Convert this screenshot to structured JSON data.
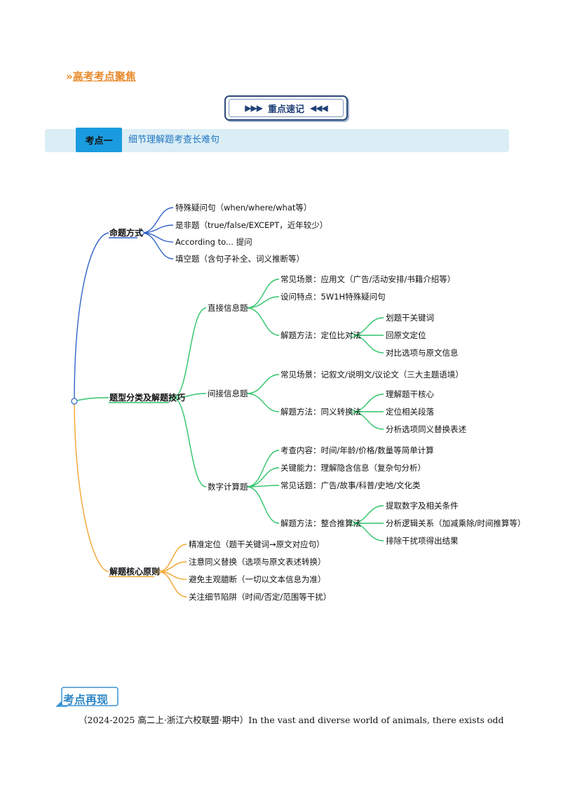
{
  "header": {
    "section_icon": "double-chevron-icon",
    "section_title": "高考考点聚焦",
    "accent_color": "#e8892b"
  },
  "banner": {
    "left_arrows": "▶▶▶",
    "label": "重点速记",
    "right_arrows": "◀◀◀"
  },
  "kaodian": {
    "tag": "考点一",
    "title": "细节理解题考查长难句"
  },
  "mindmap": {
    "colors": {
      "blue": "#2f63c9",
      "green": "#2fc46a",
      "orange": "#f2a531"
    },
    "b1": {
      "label": "命题方式",
      "items": [
        "特殊疑问句（when/where/what等）",
        "是非题（true/false/EXCEPT，近年较少）",
        "According to... 提问",
        "填空题（含句子补全、词义推断等）"
      ]
    },
    "b2": {
      "label": "题型分类及解题技巧",
      "c1": {
        "label": "直接信息题",
        "items": [
          "常见场景：应用文（广告/活动安排/书籍介绍等）",
          "设问特点：5W1H特殊疑问句",
          "解题方法：定位比对法"
        ],
        "sub": [
          "划题干关键词",
          "回原文定位",
          "对比选项与原文信息"
        ]
      },
      "c2": {
        "label": "间接信息题",
        "items": [
          "常见场景：记叙文/说明文/议论文（三大主题语境）",
          "解题方法：同义转换法"
        ],
        "sub": [
          "理解题干核心",
          "定位相关段落",
          "分析选项同义替换表述"
        ]
      },
      "c3": {
        "label": "数字计算题",
        "items": [
          "考查内容：时间/年龄/价格/数量等简单计算",
          "关键能力：理解隐含信息（复杂句分析）",
          "常见话题：广告/故事/科普/史地/文化类",
          "解题方法：整合推算法"
        ],
        "sub": [
          "提取数字及相关条件",
          "分析逻辑关系（加减乘除/时间推算等）",
          "排除干扰项得出结果"
        ]
      }
    },
    "b3": {
      "label": "解题核心原则",
      "items": [
        "精准定位（题干关键词→原文对应句）",
        "注意同义替换（选项与原文表述转换）",
        "避免主观臆断（一切以文本信息为准）",
        "关注细节陷阱（时间/否定/范围等干扰）"
      ]
    }
  },
  "recurrence": {
    "label": "考点再现"
  },
  "paragraph": {
    "source": "（2024-2025 高二上·浙江六校联盟·期中）",
    "text": "In the vast and diverse world of animals, there exists odd"
  }
}
